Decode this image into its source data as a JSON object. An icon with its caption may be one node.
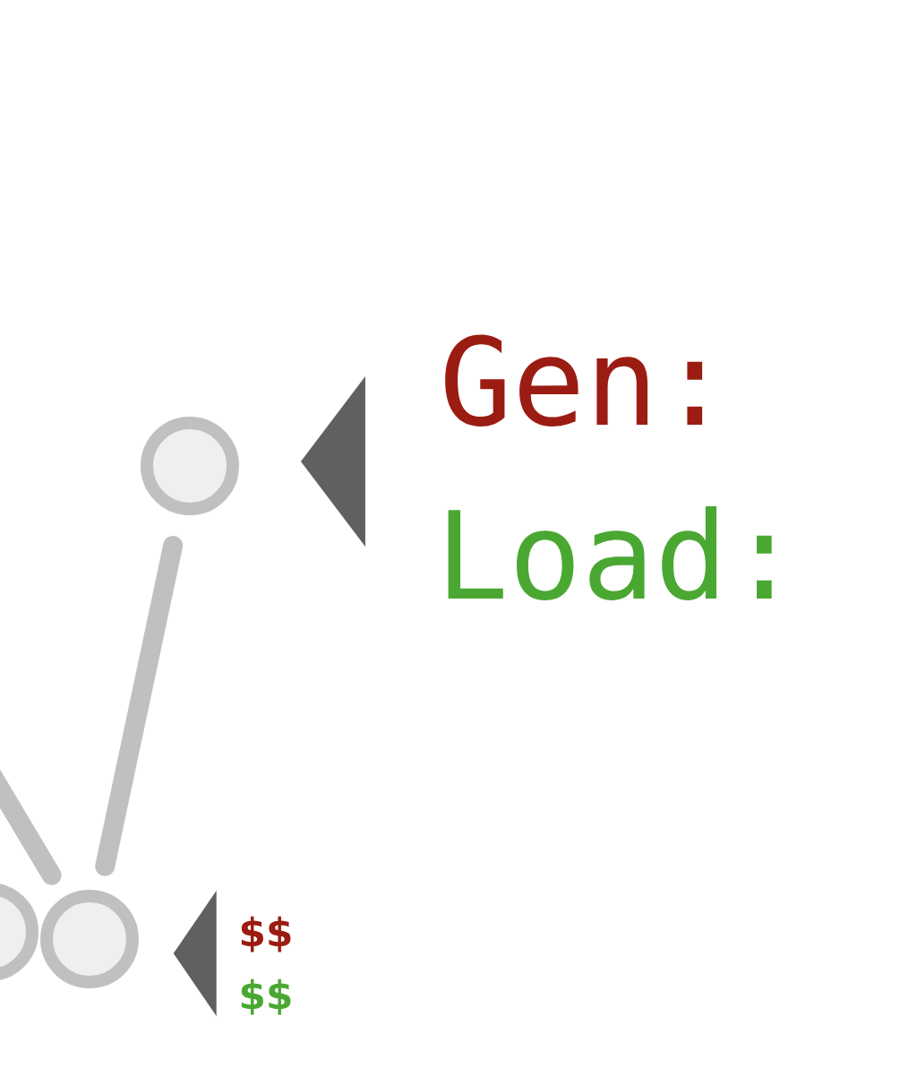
{
  "diagram": {
    "nodes": [
      {
        "text": [],
        "shape": "circle"
      },
      {
        "text": [],
        "shape": "circle"
      },
      {
        "text": [],
        "shape": "circle"
      },
      {
        "text": [],
        "shape": "triangle"
      },
      {
        "text": [],
        "shape": "triangle"
      }
    ],
    "edges": [
      {
        "from": 0,
        "to": 1,
        "arrow": "none"
      },
      {
        "from": null,
        "to": 1,
        "arrow": "none"
      }
    ],
    "labels": [
      "Gen:",
      "Load:",
      "$$",
      "$$"
    ]
  }
}
